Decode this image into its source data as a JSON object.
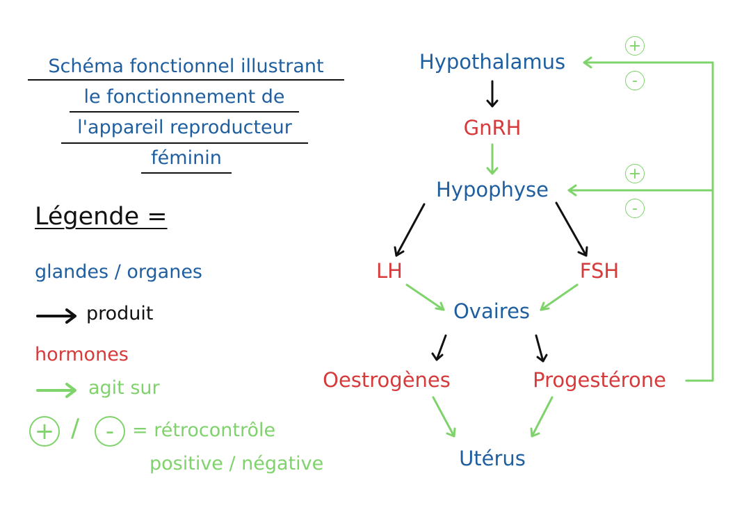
{
  "title": {
    "lines": [
      "Schéma fonctionnel illustrant",
      "le fonctionnement de",
      "l'appareil reproducteur",
      "féminin"
    ]
  },
  "legend": {
    "heading": "Légende =",
    "glands": "glandes / organes",
    "produces": "produit",
    "hormones": "hormones",
    "acts_on": "agit sur",
    "plus": "+",
    "slash": "/",
    "minus": "-",
    "feedback_line1": "= rétrocontrôle",
    "feedback_line2": "positive / négative"
  },
  "diagram": {
    "hypothalamus": "Hypothalamus",
    "gnrh": "GnRH",
    "hypophyse": "Hypophyse",
    "lh": "LH",
    "fsh": "FSH",
    "ovaires": "Ovaires",
    "oestrogenes": "Oestrogènes",
    "progesterone": "Progestérone",
    "uterus": "Utérus",
    "feedback_plus": "+",
    "feedback_minus": "-"
  },
  "colors": {
    "organ": "#1f5fa0",
    "hormone": "#d63a3a",
    "acts_on": "#7ed36a",
    "produces": "#111111"
  }
}
